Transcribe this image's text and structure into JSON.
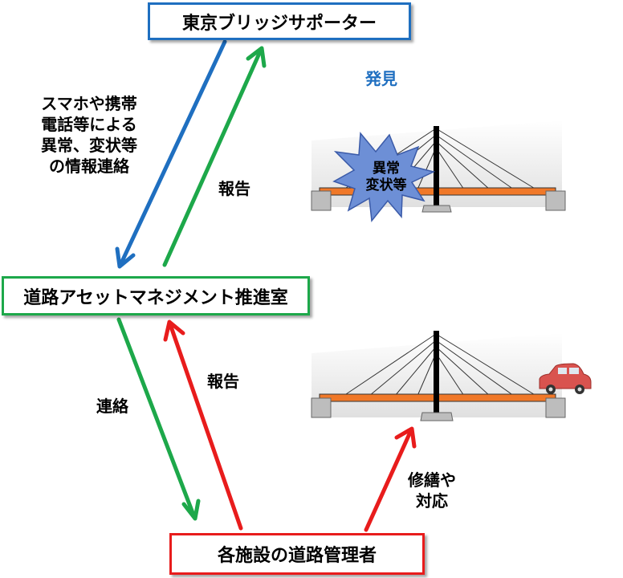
{
  "boxes": {
    "tokyo_bridge_supporter": "東京ブリッジサポーター",
    "road_asset_office": "道路アセットマネジメント推進室",
    "facility_road_manager": "各施設の道路管理者"
  },
  "labels": {
    "contact_info": "スマホや携帯\n電話等による\n異常、変状等\nの情報連絡",
    "report_top": "報告",
    "report_mid": "報告",
    "contact": "連絡",
    "repair": "修繕や\n対応",
    "found": "発見",
    "anomaly": "異常\n変状等"
  },
  "colors": {
    "blue": "#1f6fc0",
    "green": "#1da84a",
    "red": "#e81c1c",
    "deck": "#f07828",
    "car": "#d9534f",
    "burst": "#6d8fd6"
  }
}
